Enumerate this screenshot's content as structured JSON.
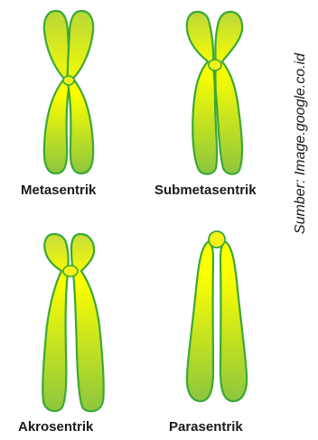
{
  "chromosomes": [
    {
      "name": "Metasentrik"
    },
    {
      "name": "Submetasentrik"
    },
    {
      "name": "Akrosentrik"
    },
    {
      "name": "Parasentrik"
    }
  ],
  "source_note": "Sumber: Image.google.co.id",
  "colors": {
    "fill_top": "#ffff00",
    "fill_bottom": "#8cc63f",
    "outline": "#3aa935",
    "text": "#1a1a1a",
    "background": "#ffffff"
  }
}
